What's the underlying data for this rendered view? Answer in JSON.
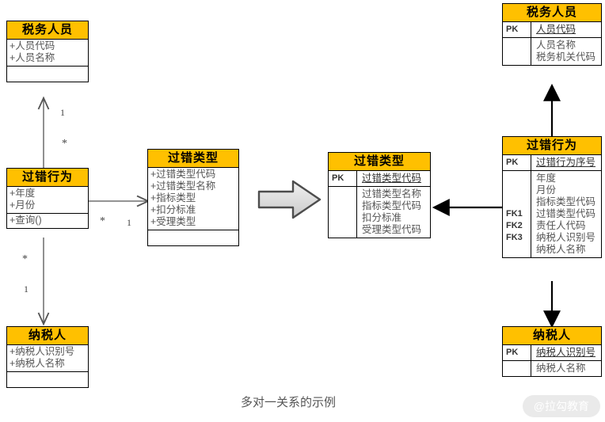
{
  "diagram": {
    "caption": "多对一关系的示例",
    "watermark": "@拉勾教育",
    "colors": {
      "header_fill": "#FFC000",
      "box_border": "#000000",
      "line": "#555555",
      "arrow_block_fill": "#D9D9D9",
      "text": "#555555"
    }
  },
  "uml": {
    "classes": [
      {
        "name": "税务人员",
        "attributes": [
          "+人员代码",
          "+人员名称"
        ],
        "operations": []
      },
      {
        "name": "过错行为",
        "attributes": [
          "+年度",
          "+月份"
        ],
        "operations": [
          "+查询()"
        ]
      },
      {
        "name": "过错类型",
        "attributes": [
          "+过错类型代码",
          "+过错类型名称",
          "+指标类型",
          "+扣分标准",
          "+受理类型"
        ],
        "operations": []
      },
      {
        "name": "纳税人",
        "attributes": [
          "+纳税人识别号",
          "+纳税人名称"
        ],
        "operations": []
      }
    ],
    "multiplicities": [
      {
        "id": "person-one",
        "label": "1"
      },
      {
        "id": "fault-many-up",
        "label": "*"
      },
      {
        "id": "fault-many-right",
        "label": "*"
      },
      {
        "id": "type-one",
        "label": "1"
      },
      {
        "id": "fault-many-down",
        "label": "*"
      },
      {
        "id": "taxpayer-one",
        "label": "1"
      }
    ]
  },
  "er": {
    "tables": [
      {
        "name": "税务人员",
        "pk": {
          "key": "PK",
          "field": "人员代码"
        },
        "keys": [],
        "fields": [
          "人员名称",
          "税务机关代码"
        ]
      },
      {
        "name": "过错行为",
        "pk": {
          "key": "PK",
          "field": "过错行为序号"
        },
        "keys": [
          "",
          "",
          "",
          "FK1",
          "FK2",
          "FK3",
          ""
        ],
        "fields": [
          "年度",
          "月份",
          "指标类型代码",
          "过错类型代码",
          "责任人代码",
          "纳税人识别号",
          "纳税人名称"
        ]
      },
      {
        "name": "过错类型",
        "pk": {
          "key": "PK",
          "field": "过错类型代码"
        },
        "keys": [],
        "fields": [
          "过错类型名称",
          "指标类型代码",
          "扣分标准",
          "受理类型代码"
        ]
      },
      {
        "name": "纳税人",
        "pk": {
          "key": "PK",
          "field": "纳税人识别号"
        },
        "keys": [],
        "fields": [
          "纳税人名称"
        ]
      }
    ]
  }
}
